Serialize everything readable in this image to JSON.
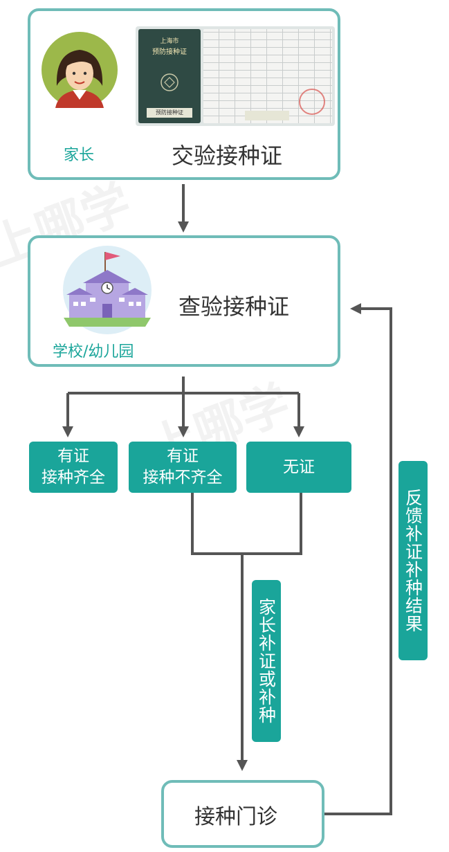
{
  "parent_box": {
    "role_label": "家长",
    "action": "交验接种证"
  },
  "school_box": {
    "role_label": "学校/幼儿园",
    "action": "查验接种证"
  },
  "outcomes": {
    "complete": [
      "有证",
      "接种齐全"
    ],
    "incomplete": [
      "有证",
      "接种不齐全"
    ],
    "none": "无证"
  },
  "parent_supplement": "家长补证或补种",
  "clinic": "接种门诊",
  "feedback": "反馈补证补种结果",
  "certificate_cover": {
    "title_line1": "上海市",
    "title_line2": "预防接种证",
    "footer": "预防接种证"
  },
  "watermark": "上哪学",
  "colors": {
    "teal": "#1aa59a",
    "border": "#6fbcb8",
    "arrow": "#555555"
  }
}
